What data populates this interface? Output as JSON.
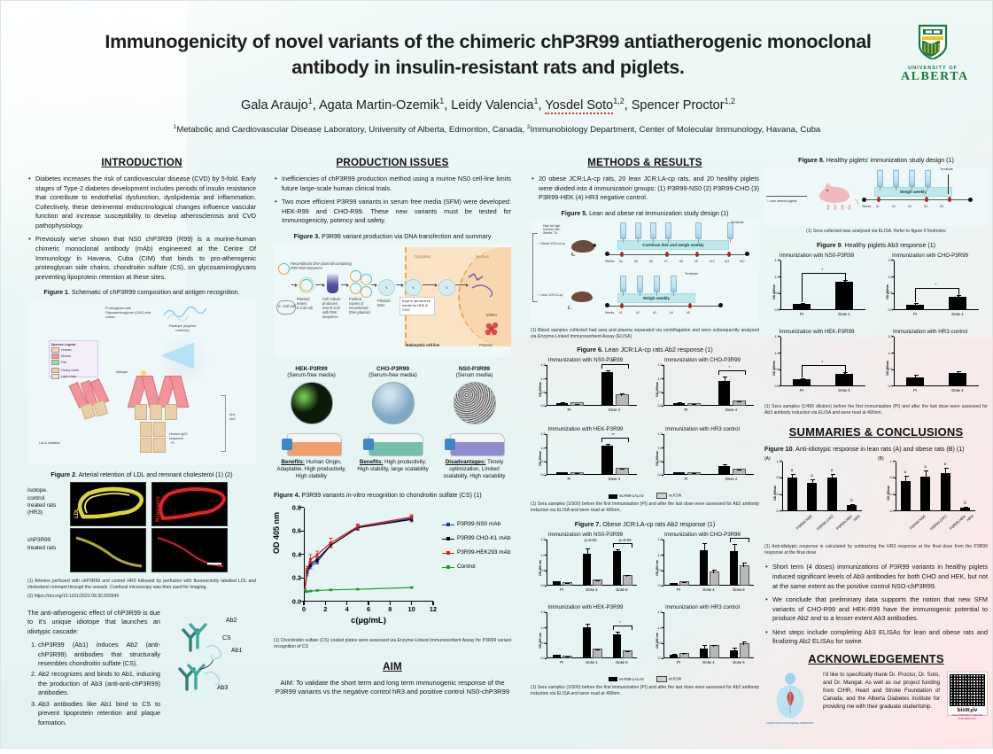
{
  "header": {
    "title": "Immunogenicity of novel variants of the chimeric chP3R99 antiatherogenic monoclonal antibody in insulin-resistant rats and piglets.",
    "authors_prefix": "Gala Araujo",
    "authors": "Gala Araujo1, Agata Martin-Ozemik1, Leidy Valencia1, Yosdel Soto1,2, Spencer Proctor1,2",
    "affiliation": "1Metabolic and Cardiovascular Disease Laboratory, University of Alberta, Edmonton, Canada, 2Immunobiology Department, Center of Molecular Immunology, Havana, Cuba",
    "logo": {
      "line1": "UNIVERSITY OF",
      "line2": "ALBERTA",
      "color": "#1c7a3e"
    }
  },
  "col1": {
    "section_title": "INTRODUCTION",
    "bullets": [
      "Diabetes increases the risk of cardiovascular disease (CVD) by 5-fold. Early stages of Type-2 diabetes development includes periods of insulin resistance that contribute to endothelial dysfunction, dyslipidemia and inflammation. Collectively, these detrimental endocrinological changes influence vascular function and increase susceptibility to develop atherosclerosis and CVD pathophysiology.",
      "Previously we've shown that NS0 chP3R99 (R99) is a murine-human chimeric monoclonal antibody (mAb) engineered at the Centre Of Immunology in Havana, Cuba (CIM) that binds to pro-atherogenic proteoglycan side chains, chondroitin sulfate (CS),  on glycosaminoglycans preventing lipoprotein retention at these sites."
    ],
    "fig1": {
      "label": "Figure 1",
      "caption": ". Schematic of chP3R99 composition and antigen recognition.",
      "legend_title": "Species Legend",
      "legend_items": [
        "Human",
        "Mouse",
        "Rat"
      ],
      "legend_chains": [
        "Heavy chain",
        "Light chain"
      ],
      "annot_proteoglycan": "Proteoglycan with Glycosaminoglycan (GAG) side chains",
      "annot_paratope": "Paratope (Arginine residues)",
      "annot_idiotope": "Idiotope",
      "annot_igg1": "Human IgG1 sequence",
      "annot_lala": "LALA mutation",
      "annot_fc": "Fc",
      "annot_ab": "Ab1, Ab3"
    },
    "fig2": {
      "label": "Figure 2",
      "caption": ". Arterial retention of LDL and remnant cholesterol (1) (2)",
      "row1": "Isotope. control treated rats (HR3)",
      "row2": "chP3R99 treated rats",
      "tag_ldl": "LDL",
      "tag_rem": "Remnants",
      "footnote1": "(1) Arteries perfused with chP3R99 and control HR3 followed by perfusion with fluorescently labelled LDL and cholesterol remnant through the vessels. Confocal microscopy was then used for imaging.",
      "footnote2": "(2) https://doi.org/10.1101/2023.08.30.555546"
    },
    "cascade": {
      "intro": "The anti-atherogenic effect of chP3R99 is due to it's unique idiotope that launches an idiotypic cascade:",
      "steps": [
        "chP3R99 (Ab1) induces Ab2  (anti-chP3R99) antibodies that structurally resembles chondroitin sulfate (CS).",
        "Ab2 recognizes and binds to Ab1, inducing  the production of Ab3 (anti-anti-chP3R99) antibodies.",
        "Ab3 antibodies like Ab1  bind to CS to prevent   lipoprotein retention and plaque formation."
      ],
      "lbl_ab2": "Ab2",
      "lbl_ab1": "Ab1",
      "lbl_ab3": "Ab3",
      "lbl_cs": "CS"
    }
  },
  "col2": {
    "section_title": "PRODUCTION ISSUES",
    "bullets": [
      "Inefficiencies of  chP3R99 production method using a murine NS0 cell-line limits future large-scale human clinical trials.",
      "Two more efficient P3R99 variants in serum free media (SFM) were developed: HEK-R99 and CHO-R99. These new variants must be tested for Immunogenicity, potency and safety."
    ],
    "fig3": {
      "label": "Figure 3.",
      "caption": " P3R99 variant production via DNA transfection and summary",
      "d_plasmid": "Recombinant DNA plasmid containing R99-NS0 sequence",
      "d_ecoli": "E. Coli cell",
      "d_enters": "Plasmid enters E.Coli cell",
      "d_culture": "Cell culture produces new E.Coli with R99 sequence",
      "d_purified": "Purified copies of recombined DNA plasmid",
      "d_plasmiddna": "Plasmid DNA",
      "d_sfm": "Kept in serum-free media for HEK & CHO",
      "d_cytoplasm": "Cytoplasm",
      "d_nucleus": "Nucleus",
      "d_mrna": "mRNA",
      "d_euk": "Eukaryotic cell line",
      "d_proteins": "Proteins"
    },
    "variants": [
      {
        "name": "HEK-P3R99",
        "media": "(Serum-free media)",
        "tag": "Benefits:",
        "text": " Human Origin, Adaptable, High productivity, High stability"
      },
      {
        "name": "CHO-P3R99",
        "media": "(Serum-free media)",
        "tag": "Benefits:",
        "text": " High productivity, High stability, large scalability"
      },
      {
        "name": "NS0-P3R99",
        "media": "(Serum media)",
        "tag": "Disadvantages:",
        "text": " Timely optimization, Limited scalability, High variability"
      }
    ],
    "fig4": {
      "label": "Figure 4.",
      "caption": "  P3R99 variants in-vitro recognition to chondroitin sulfate (CS) (1)",
      "footnote": "(1) Chondroitin sulfate (CS) coated plates were assessed via Enzyme-Linked Immunosorbent Assay for P3R99 variant recognition of CS"
    },
    "aim_title": "AIM",
    "aim_text": "AIM: To validate the short term and long term immunogenic response of the P3R99 variants vs the negative control hR3 and positive control NS0-chP3R99"
  },
  "col3": {
    "section_title": "METHODS & RESULTS",
    "bullets": [
      "20 obese JCR:LA-cp rats,  20 lean JCR:LA-cp rats, and 20 healthy piglets were divided into 4 immunization groups: (1) P3R99-NS0 (2) P3R99-CHO  (3) P3R99-HEK  (4) HR3 negative control."
    ],
    "fig5": {
      "label": "Figure 5.",
      "caption": "  Lean and obese rat immunization study design (1)",
      "diet": "High-fat high-fructose diet, Weeks 7-8",
      "obese": "♂ Obese JCR:LA-cp",
      "lean": "♂ Lean JCR:LA-cp",
      "bar_obese": "Continue diet and weigh weekly",
      "bar_lean": "Weigh weekly",
      "terminate": "Terminate",
      "weeks_label": "Weeks",
      "weeks_obese": [
        "#4",
        "#5",
        "#6",
        "#7",
        "#8",
        "#9",
        "#10",
        "#11",
        "#12"
      ],
      "weeks_lean": [
        "#1",
        "#2",
        "#3",
        "#4",
        "#5"
      ],
      "footnote": "(1)    Blood samples collected had sera and plasma separated via centrifugation and were subsequently analysed via Enzyme-Linked Immunosorbent Assay (ELISA)"
    },
    "fig6": {
      "label": "Figure 6.",
      "caption": "  Lean JCR:LA-cp rats Ab2 response (1)",
      "footnote": "(1) Sera samples (1/500) before the first immunisation (PI) and after the last dose were assessed for Ab2 antibody induction via ELISA and were read at 490nm.",
      "legend": [
        "vs.R99-LALA3",
        "vs.fC9h"
      ]
    },
    "fig7": {
      "label": "Figure 7.",
      "caption": "  Obese JCR:LA-cp rats Ab2 response (1)",
      "footnote": "(1) Sera samples (1/500) before the first immunization (PI) and after the last dose were assessed for Ab2 antibody induction via ELISA and were read at 490nm.",
      "legend": [
        "vs.R99-LALA3",
        "vs.fC9h"
      ]
    }
  },
  "col4": {
    "fig8": {
      "label": "Figure 8.",
      "caption": "  Healthy piglets' immunization study design (1)",
      "animal": "♂ Lean weaned piglets",
      "bar": "Weigh weekly",
      "terminate": "Terminate",
      "weeks_label": "Weeks",
      "weeks": [
        "#1",
        "#2",
        "#3",
        "#4",
        "#5"
      ],
      "footnote": "(1) Sera collected was analysed via ELISA. Refer to figure 5 footnotes"
    },
    "fig9": {
      "label": "Figure 9",
      "caption": ". Healthy piglets Ab3 response (1)",
      "footnote": "(1) Sera samples (1/400 dilution) before the first immunisation (PI) and after the last dose were assessed for Ab3 antibody induction  via ELISA and were read at 490nm."
    },
    "summaries_title": "SUMMARIES & CONCLUSIONS",
    "fig10": {
      "label": "Figure 10",
      "caption": ". Anti-idiotypic response in lean rats (A) and obese rats (B) (1)",
      "panel_a": "(A)",
      "panel_b": "(B)",
      "footnote": "(1) Anti-idiotypic response is calculated by subtracting the HR3 response at the final dose from the P3R99 response at the final dose"
    },
    "conclusions": [
      "Short term (4 doses) immunizations of P3R99 variants in healthy piglets induced significant levels of Ab3 antibodies for both CHO and HEK, but not at the same extent as the positive control NSO-chP3R99.",
      "We conclude that preliminary data supports the notion that new SFM variants of CHO-R99 and HEK-R99 have the immunogenic potential to produce  Ab2  and  to  a  lesser  extent  Ab3  antibodies.",
      "Next steps include completing Ab3 ELISAs for lean and obese rats and finalizing Ab2 ELISAs for swine."
    ],
    "ack_title": "ACKNOWLEDGEMENTS",
    "ack_text": "I'd like to specifically thank Dr. Proctor, Dr. Soto, and Dr. Mangat. As well as our project funding from CIHR,  Heart and Stroke Foundation of Canada, and the Alberta Diabetes Institute for providing me with their graduate studentship.",
    "qr_caption": "bioRxiv",
    "ack_lab": "CARDIOVASCULAR DISEASE LABORATORY"
  },
  "chart_data": [
    {
      "id": "fig4",
      "type": "line",
      "title": "P3R99 variants in-vitro recognition to chondroitin sulfate (CS)",
      "xlabel": "c(µg/mL)",
      "ylabel": "OD 405 nm",
      "xlim": [
        0,
        12
      ],
      "ylim": [
        0.0,
        0.8
      ],
      "xticks": [
        0,
        2,
        4,
        6,
        8,
        10,
        12
      ],
      "yticks": [
        0.0,
        0.2,
        0.4,
        0.6,
        0.8
      ],
      "x": [
        0.08,
        0.3,
        0.62,
        1.25,
        2.5,
        5,
        10
      ],
      "series": [
        {
          "name": "P3R99-NS0 mAb",
          "color": "#1a33cc",
          "values": [
            0.09,
            0.24,
            0.3,
            0.34,
            0.48,
            0.63,
            0.71
          ],
          "err": [
            0.01,
            0.02,
            0.02,
            0.02,
            0.02,
            0.02,
            0.02
          ]
        },
        {
          "name": "P3R99 CHO-K1 mAb",
          "color": "#000000",
          "values": [
            0.1,
            0.26,
            0.32,
            0.36,
            0.48,
            0.63,
            0.7
          ],
          "err": [
            0.01,
            0.02,
            0.02,
            0.02,
            0.02,
            0.02,
            0.02
          ]
        },
        {
          "name": "P3R99-HEK293 mAb",
          "color": "#e01b1b",
          "values": [
            0.1,
            0.27,
            0.36,
            0.4,
            0.5,
            0.64,
            0.72
          ],
          "err": [
            0.01,
            0.03,
            0.04,
            0.03,
            0.04,
            0.02,
            0.02
          ]
        },
        {
          "name": "Control",
          "color": "#1d9e2e",
          "values": [
            0.1,
            0.085,
            0.09,
            0.095,
            0.1,
            0.105,
            0.12
          ],
          "err": [
            0.005,
            0.005,
            0.005,
            0.005,
            0.005,
            0.005,
            0.005
          ]
        }
      ]
    },
    {
      "id": "fig6",
      "type": "bar",
      "title": "Lean JCR:LA-cp rats Ab2 response",
      "ylabel": "OD 490nm",
      "ylim": [
        0.0,
        1.5
      ],
      "yticks": [
        0.0,
        0.5,
        1.0,
        1.5
      ],
      "series_names": [
        "vs.R99-LALA3",
        "vs.fC9h"
      ],
      "panels": [
        {
          "title": "Immunization with NS0-P3R99",
          "categories": [
            "PI",
            "Dose 4"
          ],
          "black": [
            0.12,
            1.27
          ],
          "grey": [
            0.07,
            0.38
          ],
          "black_err": [
            0.03,
            0.05
          ],
          "grey_err": [
            0.02,
            0.1
          ],
          "sig": "**"
        },
        {
          "title": "Immunization with CHO-P3R99",
          "categories": [
            "PI",
            "Dose 4"
          ],
          "black": [
            0.12,
            0.92
          ],
          "grey": [
            0.05,
            0.15
          ],
          "black_err": [
            0.02,
            0.17
          ],
          "grey_err": [
            0.02,
            0.03
          ],
          "sig": "*"
        },
        {
          "title": "Immunization with HEK-P3R99",
          "categories": [
            "PI",
            "Dose 4"
          ],
          "black": [
            0.11,
            1.08
          ],
          "grey": [
            0.05,
            0.2
          ],
          "black_err": [
            0.02,
            0.07
          ],
          "grey_err": [
            0.02,
            0.05
          ],
          "sig": "**"
        },
        {
          "title": "Immunization with HR3 control",
          "categories": [
            "PI",
            "Dose 4"
          ],
          "black": [
            0.1,
            0.33
          ],
          "grey": [
            0.05,
            0.18
          ],
          "black_err": [
            0.02,
            0.07
          ],
          "grey_err": [
            0.02,
            0.04
          ],
          "sig": ""
        }
      ]
    },
    {
      "id": "fig7",
      "type": "bar",
      "title": "Obese JCR:LA-cp rats Ab2 response",
      "ylabel": "OD 490 nm",
      "ylim": [
        0.0,
        1.5
      ],
      "yticks": [
        0.0,
        0.5,
        1.0,
        1.5
      ],
      "series_names": [
        "vs.R99-LALA3",
        "vs.fC9h"
      ],
      "panels": [
        {
          "title": "Immunization with NS0-P3R99",
          "categories": [
            "PI",
            "Dose 4",
            "Dose 6"
          ],
          "black": [
            0.14,
            1.05,
            1.12
          ],
          "grey": [
            0.07,
            0.16,
            0.29
          ],
          "black_err": [
            0.02,
            0.17,
            0.08
          ],
          "grey_err": [
            0.02,
            0.03,
            0.07
          ],
          "sig": "p=0.02"
        },
        {
          "title": "Immunization with CHO-P3R99",
          "categories": [
            "PI",
            "Dose 4",
            "Dose 6"
          ],
          "black": [
            0.08,
            1.17,
            1.14
          ],
          "grey": [
            0.1,
            0.42,
            0.62
          ],
          "black_err": [
            0.02,
            0.23,
            0.21
          ],
          "grey_err": [
            0.02,
            0.1,
            0.13
          ],
          "sig": "*"
        },
        {
          "title": "Immunization with HEK-P3R99",
          "categories": [
            "PI",
            "Dose 4",
            "Dose 6"
          ],
          "black": [
            0.11,
            1.03,
            0.78
          ],
          "grey": [
            0.05,
            0.27,
            0.2
          ],
          "black_err": [
            0.02,
            0.09,
            0.09
          ],
          "grey_err": [
            0.02,
            0.03,
            0.03
          ],
          "sig": "*"
        },
        {
          "title": "Immunization with HR3 control",
          "categories": [
            "PI",
            "Dose 4",
            "Dose 6"
          ],
          "black": [
            0.11,
            0.32,
            0.27
          ],
          "grey": [
            0.13,
            0.39,
            0.45
          ],
          "black_err": [
            0.04,
            0.12,
            0.09
          ],
          "grey_err": [
            0.05,
            0.06,
            0.1
          ],
          "sig": ""
        }
      ]
    },
    {
      "id": "fig9",
      "type": "bar",
      "title": "Healthy piglets Ab3 response",
      "ylabel": "OD 490nm",
      "ylim": [
        0.0,
        1.5
      ],
      "yticks": [
        0.0,
        0.5,
        1.0,
        1.5
      ],
      "panels": [
        {
          "title": "Immunization with NS0-P3R99",
          "categories": [
            "PI",
            "Dose 4"
          ],
          "values": [
            0.18,
            0.86
          ],
          "err": [
            0.03,
            0.06
          ],
          "sig": "*"
        },
        {
          "title": "Immunization with CHO-P3R99",
          "categories": [
            "PI",
            "Dose 4"
          ],
          "values": [
            0.17,
            0.4
          ],
          "err": [
            0.04,
            0.04
          ],
          "sig": "*"
        },
        {
          "title": "Immunization with HEK-P3R99",
          "categories": [
            "PI",
            "Dose 4"
          ],
          "values": [
            0.2,
            0.37
          ],
          "err": [
            0.05,
            0.05
          ],
          "sig": "*"
        },
        {
          "title": "Immunization with HR3 control",
          "categories": [
            "PI",
            "Dose 4"
          ],
          "values": [
            0.26,
            0.41
          ],
          "err": [
            0.08,
            0.04
          ],
          "sig": ""
        }
      ]
    },
    {
      "id": "fig10",
      "type": "bar",
      "title": "Anti-idiotypic response in lean rats (A) and obese rats (B)",
      "ylabel": "OD 490nm",
      "ylim": [
        0.0,
        1.2
      ],
      "yticks": [
        0.0,
        0.4,
        0.8,
        1.2
      ],
      "panels": [
        {
          "title": "(A)",
          "categories": [
            "P3R99-NS0",
            "P3R99-CHO",
            "P3R99-HEK",
            "HR3"
          ],
          "values": [
            0.8,
            0.68,
            0.81,
            0.14
          ],
          "err": [
            0.09,
            0.09,
            0.09,
            0.02
          ],
          "marks": [
            "a",
            "a",
            "a",
            "b"
          ]
        },
        {
          "title": "(B)",
          "categories": [
            "P3R99-NS0",
            "P3R99-CHO",
            "P3R99-HEK",
            "HR3"
          ],
          "values": [
            0.72,
            0.82,
            0.92,
            0.07
          ],
          "err": [
            0.12,
            0.15,
            0.12,
            0.02
          ],
          "marks": [
            "a",
            "a",
            "a",
            "b"
          ]
        }
      ]
    }
  ]
}
